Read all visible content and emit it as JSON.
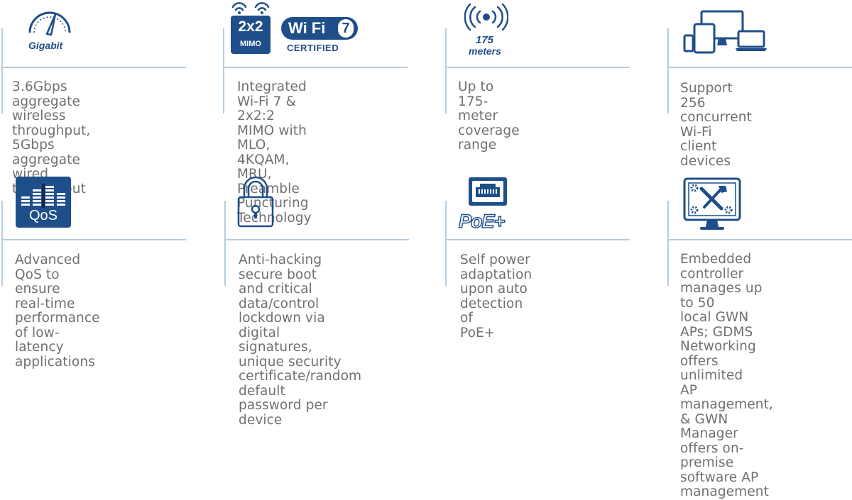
{
  "features": [
    {
      "icon": "speedometer-icon",
      "icon_label": "Gigabit",
      "text": "3.6Gbps aggregate\nwireless throughput,\n5Gbps aggregate wired\nthroughout"
    },
    {
      "icon": "wifi7-mimo-icon",
      "mimo_top": "2x2",
      "mimo_bottom": "MIMO",
      "wifi_word": "Wi Fi",
      "wifi_num": "7",
      "wifi_sub": "CERTIFIED",
      "text": "Integrated Wi-Fi 7 & 2x2:2\nMIMO with MLO, 4KQAM,\nMRU, Preamble Puncturing\nTechnology"
    },
    {
      "icon": "coverage-signal-icon",
      "icon_num": "175",
      "icon_unit": "meters",
      "text": "Up to 175-meter coverage\nrange"
    },
    {
      "icon": "devices-icon",
      "text": "Support 256 concurrent\nWi-Fi client devices"
    },
    {
      "icon": "qos-equalizer-icon",
      "icon_label": "QoS",
      "text": "Advanced QoS to ensure\nreal-time performance\nof low-latency applications"
    },
    {
      "icon": "padlock-icon",
      "text": "Anti-hacking secure boot\nand critical data/control\nlockdown via digital\nsignatures, unique security\ncertificate/random default\npassword per device"
    },
    {
      "icon": "ethernet-port-icon",
      "icon_label": "PoE+",
      "text": "Self power adaptation\nupon auto detection of\nPoE+"
    },
    {
      "icon": "monitor-tools-icon",
      "text": "Embedded controller\nmanages up to 50\nlocal GWN APs; GDMS\nNetworking offers unlimited\nAP management, & GWN\nManager offers on-premise\nsoftware AP management"
    }
  ],
  "colors": {
    "brand_blue": "#1f4f8a",
    "line_blue": "#b5cde0",
    "text_gray": "#707070"
  }
}
